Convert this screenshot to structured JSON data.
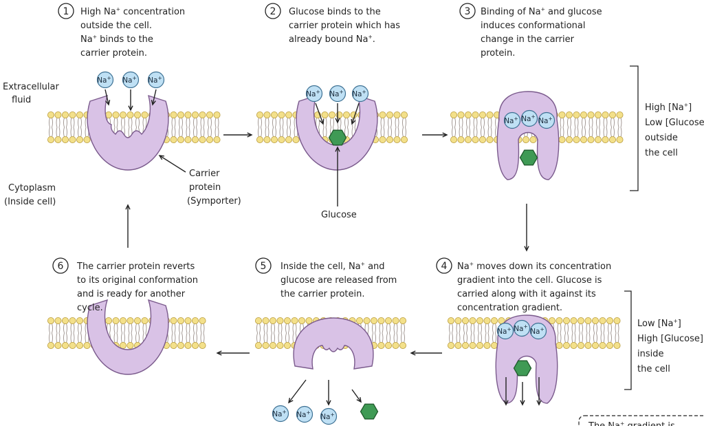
{
  "steps": [
    {
      "num": "1",
      "lines": [
        [
          "High Na",
          "+",
          " concentration"
        ],
        [
          "outside the cell."
        ],
        [
          "Na",
          "+",
          " binds to the"
        ],
        [
          "carrier protein."
        ]
      ]
    },
    {
      "num": "2",
      "lines": [
        [
          "Glucose binds to the"
        ],
        [
          "carrier protein which has"
        ],
        [
          "already bound Na",
          "+",
          "."
        ]
      ]
    },
    {
      "num": "3",
      "lines": [
        [
          "Binding of Na",
          "+",
          " and glucose"
        ],
        [
          "induces conformational"
        ],
        [
          "change in the carrier"
        ],
        [
          "protein."
        ]
      ]
    },
    {
      "num": "4",
      "lines": [
        [
          "Na",
          "+",
          " moves down its concentration"
        ],
        [
          "gradient into the cell. Glucose is"
        ],
        [
          "carried along with it against its"
        ],
        [
          "concentration gradient."
        ]
      ]
    },
    {
      "num": "5",
      "lines": [
        [
          "Inside the cell, Na",
          "+",
          " and"
        ],
        [
          "glucose are released from"
        ],
        [
          "the carrier protein."
        ]
      ]
    },
    {
      "num": "6",
      "lines": [
        [
          "The carrier protein reverts"
        ],
        [
          "to its original conformation"
        ],
        [
          "and is ready for another"
        ],
        [
          "cycle."
        ]
      ]
    }
  ],
  "labels": {
    "extracellular_1": "Extracellular",
    "extracellular_2": "fluid",
    "cytoplasm_1": "Cytoplasm",
    "cytoplasm_2": "(Inside cell)",
    "carrier_1": "Carrier",
    "carrier_2": "protein",
    "carrier_3": "(Symporter)",
    "glucose": "Glucose",
    "ion": "Na",
    "ion_sup": "+"
  },
  "outside_note": {
    "lines": [
      [
        "High [Na",
        "+",
        "]"
      ],
      [
        "Low [Glucose]"
      ],
      [
        "outside"
      ],
      [
        "the cell"
      ]
    ]
  },
  "inside_note": {
    "lines": [
      [
        "Low [Na",
        "+",
        "]"
      ],
      [
        "High [Glucose]"
      ],
      [
        "inside"
      ],
      [
        "the cell"
      ]
    ]
  },
  "footer_note": [
    "The Na",
    "+",
    " gradient is"
  ],
  "colors": {
    "protein": "#d9c2e6",
    "ion": "#bfe0f4",
    "glucose": "#3f9a55",
    "lipid_head": "#f3e08a"
  }
}
